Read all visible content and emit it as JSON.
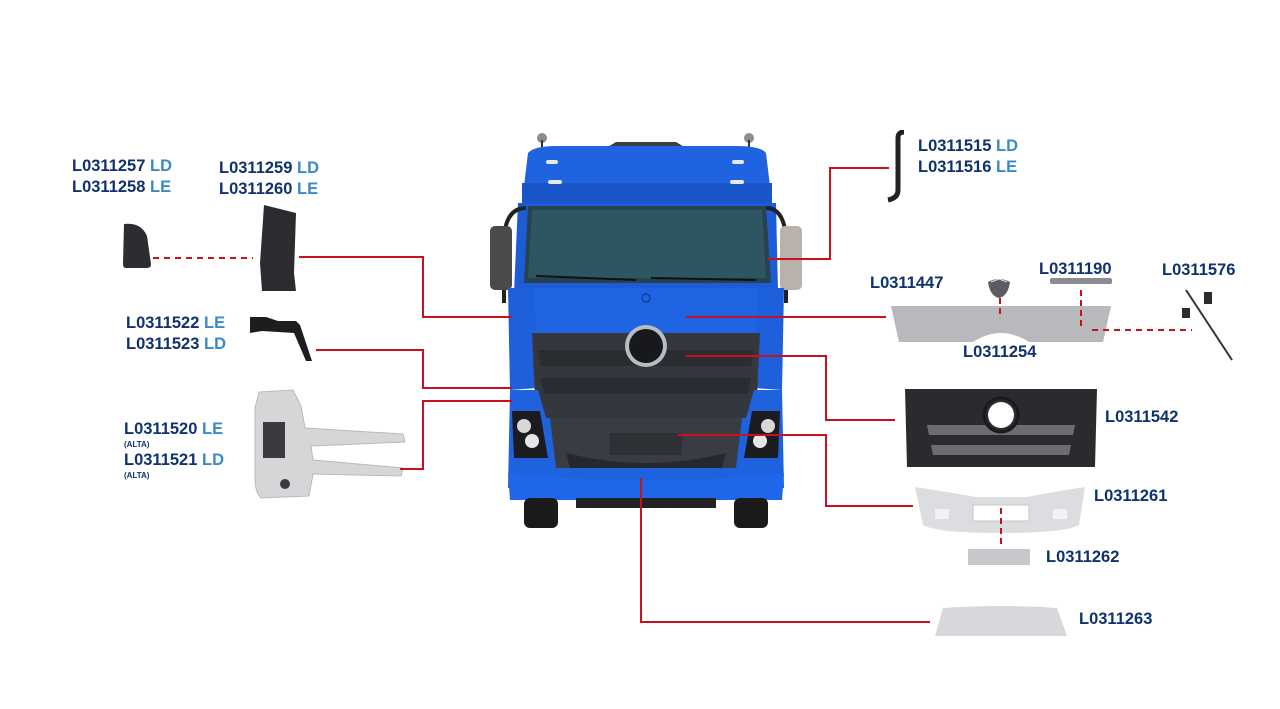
{
  "diagram": {
    "subject": "Blue truck cab front view with exploded body parts",
    "colors": {
      "part_number": "#10326e",
      "side_code": "#3a8ac8",
      "leader_line": "#c8101e",
      "truck_body": "#1f63e0",
      "grille": "#3a3d44",
      "primer_part": "#d9dadc"
    },
    "labels": [
      {
        "id": "corner-deflector-lower",
        "lines": [
          {
            "code": "L0311257",
            "side": "LD"
          },
          {
            "code": "L0311258",
            "side": "LE"
          }
        ]
      },
      {
        "id": "corner-deflector-upper",
        "lines": [
          {
            "code": "L0311259",
            "side": "LD"
          },
          {
            "code": "L0311260",
            "side": "LE"
          }
        ]
      },
      {
        "id": "side-trim",
        "lines": [
          {
            "code": "L0311522",
            "side": "LE"
          },
          {
            "code": "L0311523",
            "side": "LD"
          }
        ]
      },
      {
        "id": "bumper-corner-support",
        "lines": [
          {
            "code": "L0311520",
            "side": "LE",
            "note": "(ALTA)"
          },
          {
            "code": "L0311521",
            "side": "LD",
            "note": "(ALTA)"
          }
        ]
      },
      {
        "id": "grab-handle",
        "lines": [
          {
            "code": "L0311515",
            "side": "LD"
          },
          {
            "code": "L0311516",
            "side": "LE"
          }
        ]
      },
      {
        "id": "emblem",
        "lines": [
          {
            "code": "L0311447",
            "side": ""
          }
        ]
      },
      {
        "id": "model-badge",
        "lines": [
          {
            "code": "L0311190",
            "side": ""
          }
        ]
      },
      {
        "id": "gas-strut",
        "lines": [
          {
            "code": "L0311576",
            "side": ""
          }
        ]
      },
      {
        "id": "hood-panel",
        "lines": [
          {
            "code": "L0311254",
            "side": ""
          }
        ]
      },
      {
        "id": "front-grille",
        "lines": [
          {
            "code": "L0311542",
            "side": ""
          }
        ]
      },
      {
        "id": "front-bumper",
        "lines": [
          {
            "code": "L0311261",
            "side": ""
          }
        ]
      },
      {
        "id": "license-plate-bracket",
        "lines": [
          {
            "code": "L0311262",
            "side": ""
          }
        ]
      },
      {
        "id": "lower-spoiler",
        "lines": [
          {
            "code": "L0311263",
            "side": ""
          }
        ]
      }
    ]
  }
}
